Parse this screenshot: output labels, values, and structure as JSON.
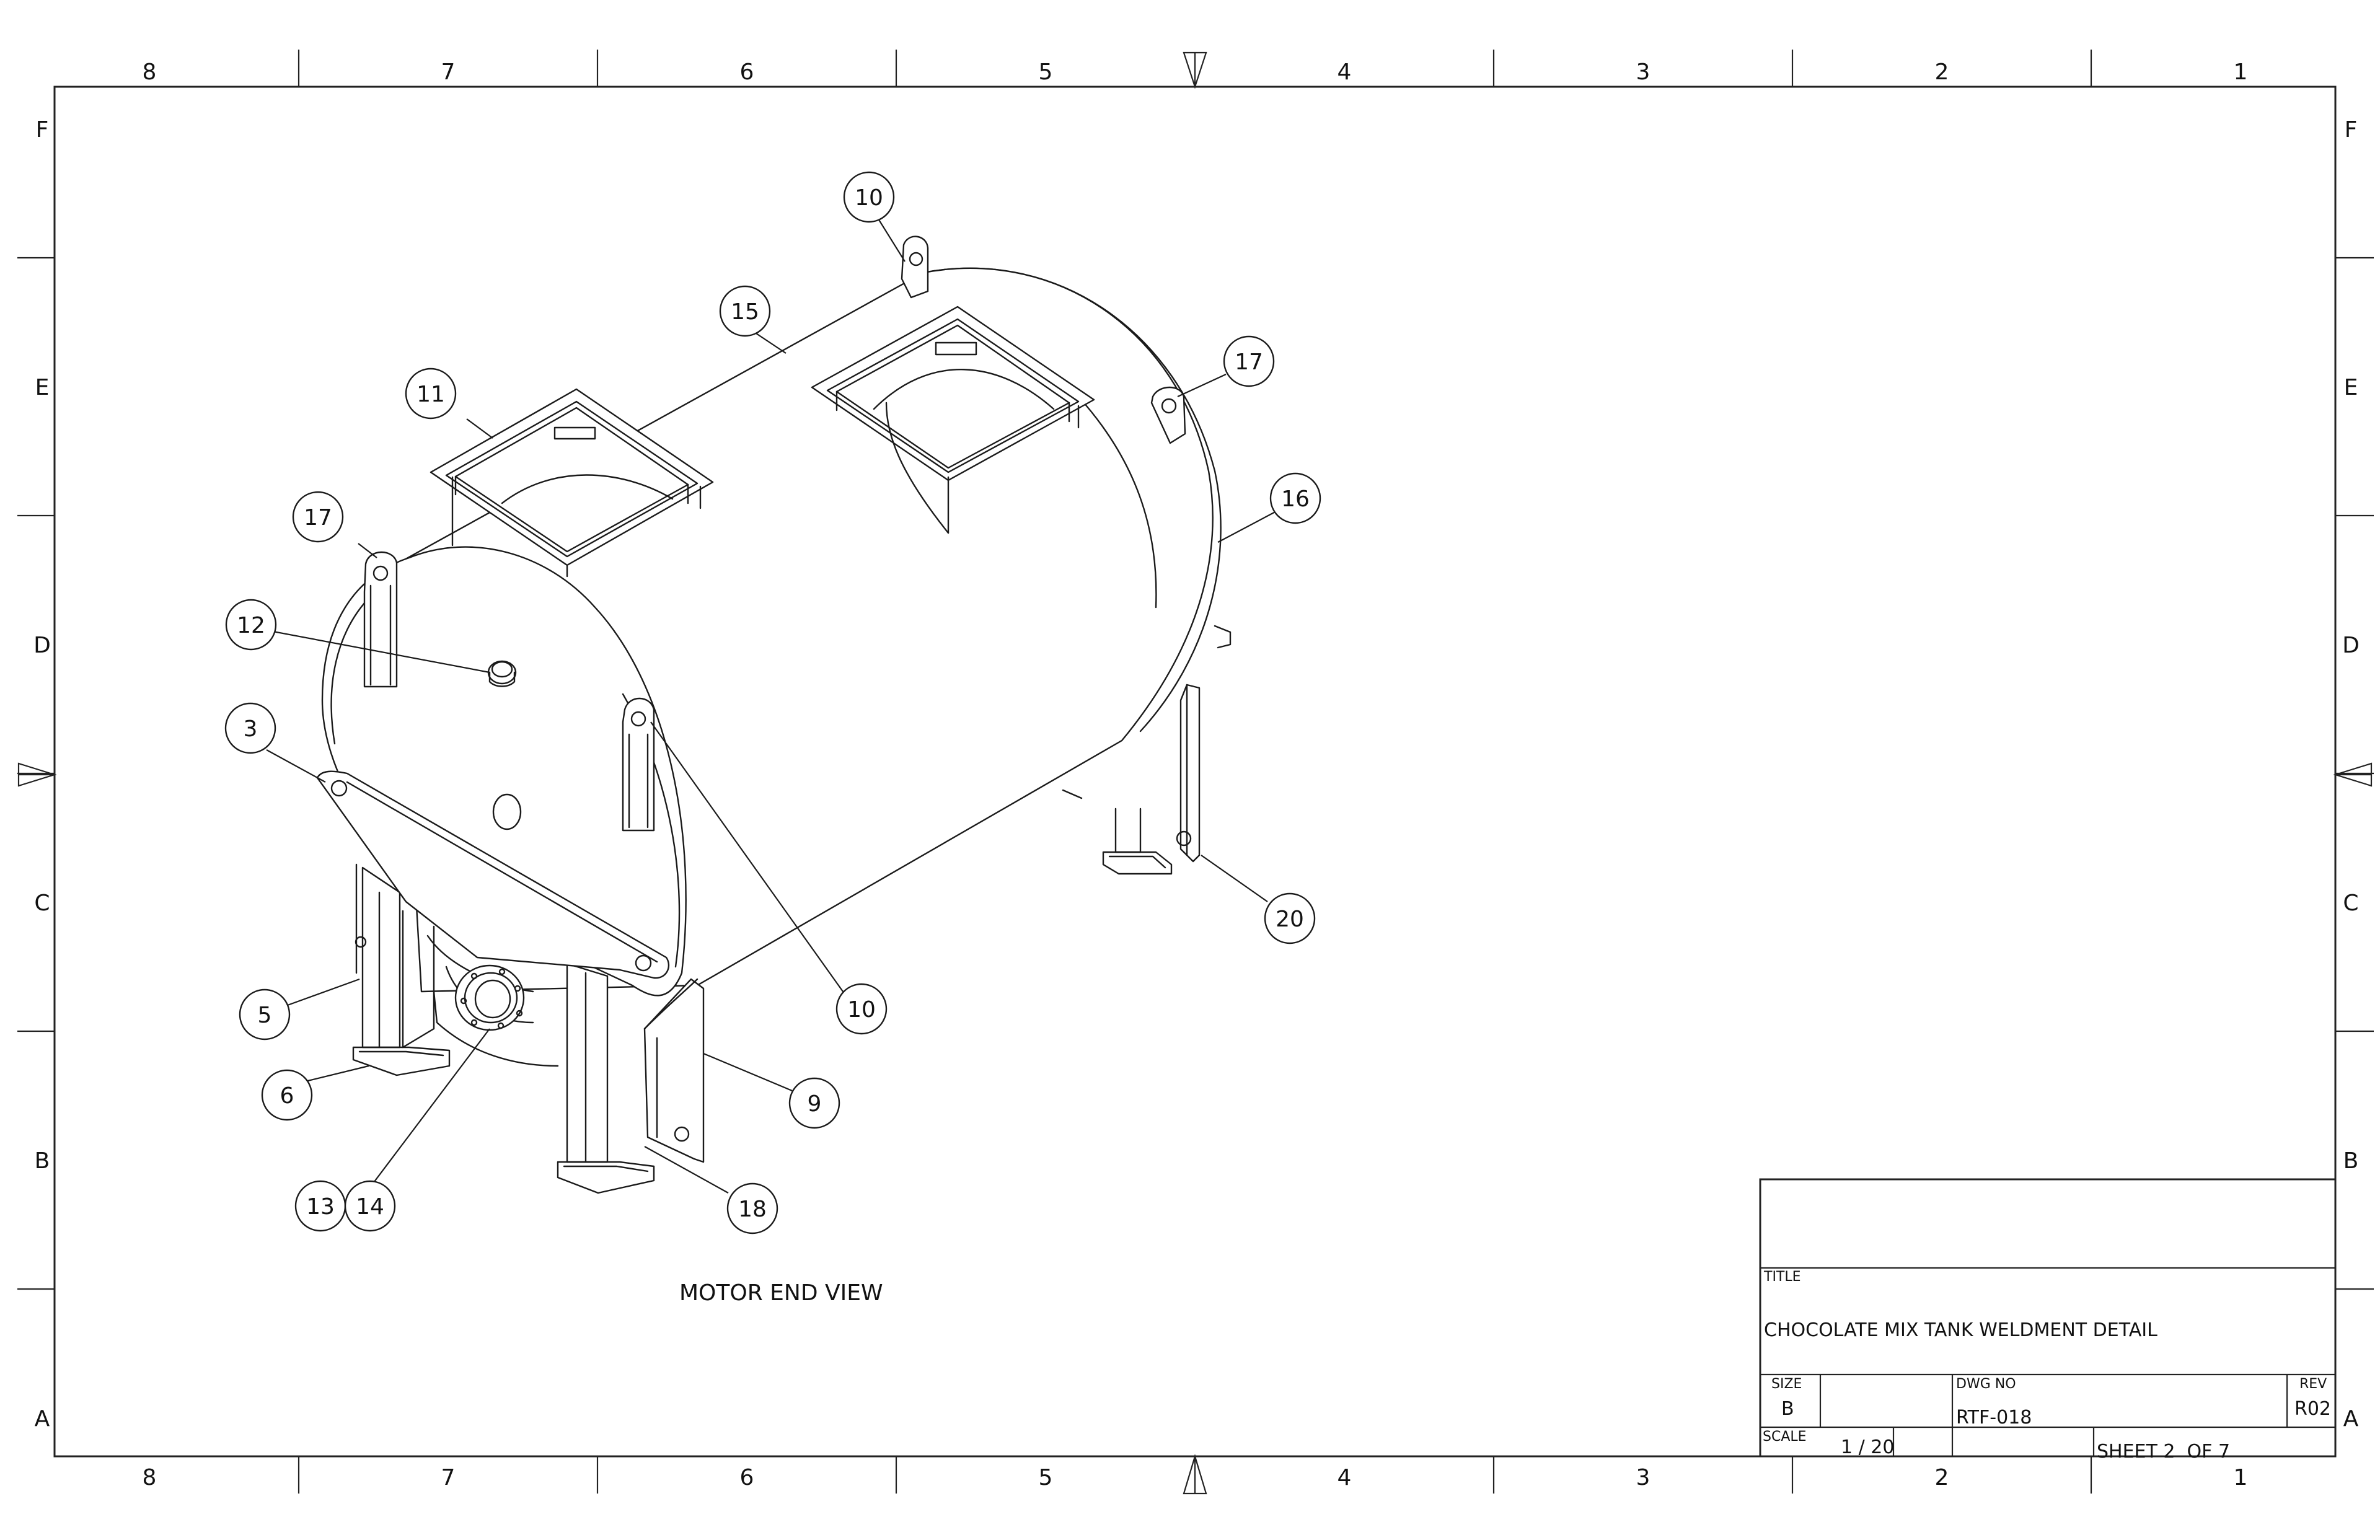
{
  "zones": {
    "columns_top": [
      "8",
      "7",
      "6",
      "5",
      "4",
      "3",
      "2",
      "1"
    ],
    "columns_bottom": [
      "8",
      "7",
      "6",
      "5",
      "4",
      "3",
      "2",
      "1"
    ],
    "rows_left": [
      "F",
      "E",
      "D",
      "C",
      "B",
      "A"
    ],
    "rows_right": [
      "F",
      "E",
      "D",
      "C",
      "B",
      "A"
    ]
  },
  "balloons": [
    {
      "label": "10"
    },
    {
      "label": "15"
    },
    {
      "label": "17"
    },
    {
      "label": "11"
    },
    {
      "label": "16"
    },
    {
      "label": "17"
    },
    {
      "label": "12"
    },
    {
      "label": "3"
    },
    {
      "label": "20"
    },
    {
      "label": "10"
    },
    {
      "label": "5"
    },
    {
      "label": "6"
    },
    {
      "label": "9"
    },
    {
      "label": "13"
    },
    {
      "label": "14"
    },
    {
      "label": "18"
    }
  ],
  "view_label": "MOTOR END VIEW",
  "title_block": {
    "title_caption": "TITLE",
    "title": "CHOCOLATE MIX TANK WELDMENT DETAIL",
    "size_caption": "SIZE",
    "size": "B",
    "dwg_no_caption": "DWG NO",
    "dwg_no": "RTF-018",
    "rev_caption": "REV",
    "rev": "R02",
    "scale_caption": "SCALE",
    "scale": "1 / 20",
    "sheet": "SHEET 2  OF 7"
  }
}
